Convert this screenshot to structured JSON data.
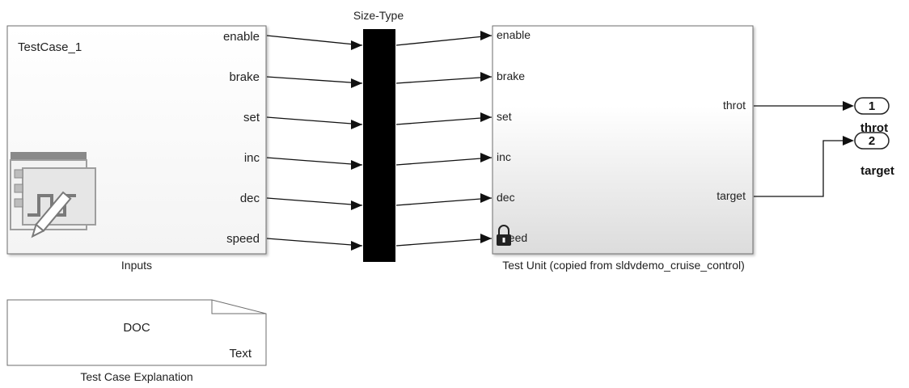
{
  "inputs_block": {
    "name": "TestCase_1",
    "caption": "Inputs",
    "outputs": [
      "enable",
      "brake",
      "set",
      "inc",
      "dec",
      "speed"
    ],
    "icon": "signal-builder-icon"
  },
  "size_type_block": {
    "caption": "Size-Type"
  },
  "test_unit_block": {
    "caption": "Test Unit (copied from sldvdemo_cruise_control)",
    "inputs": [
      "enable",
      "brake",
      "set",
      "inc",
      "dec",
      "speed"
    ],
    "outputs": [
      "throt",
      "target"
    ],
    "icon": "lock-icon"
  },
  "outports": [
    {
      "number": "1",
      "name": "throt"
    },
    {
      "number": "2",
      "name": "target"
    }
  ],
  "doc_block": {
    "title": "DOC",
    "subtitle": "Text",
    "caption": "Test Case Explanation"
  },
  "colors": {
    "block_border": "#6e6e6e",
    "signal_builder_gray": "#9e9e9e",
    "bus_bar": "#000000",
    "gradient_top": "#ffffff",
    "gradient_bottom": "#d9d9d9"
  }
}
